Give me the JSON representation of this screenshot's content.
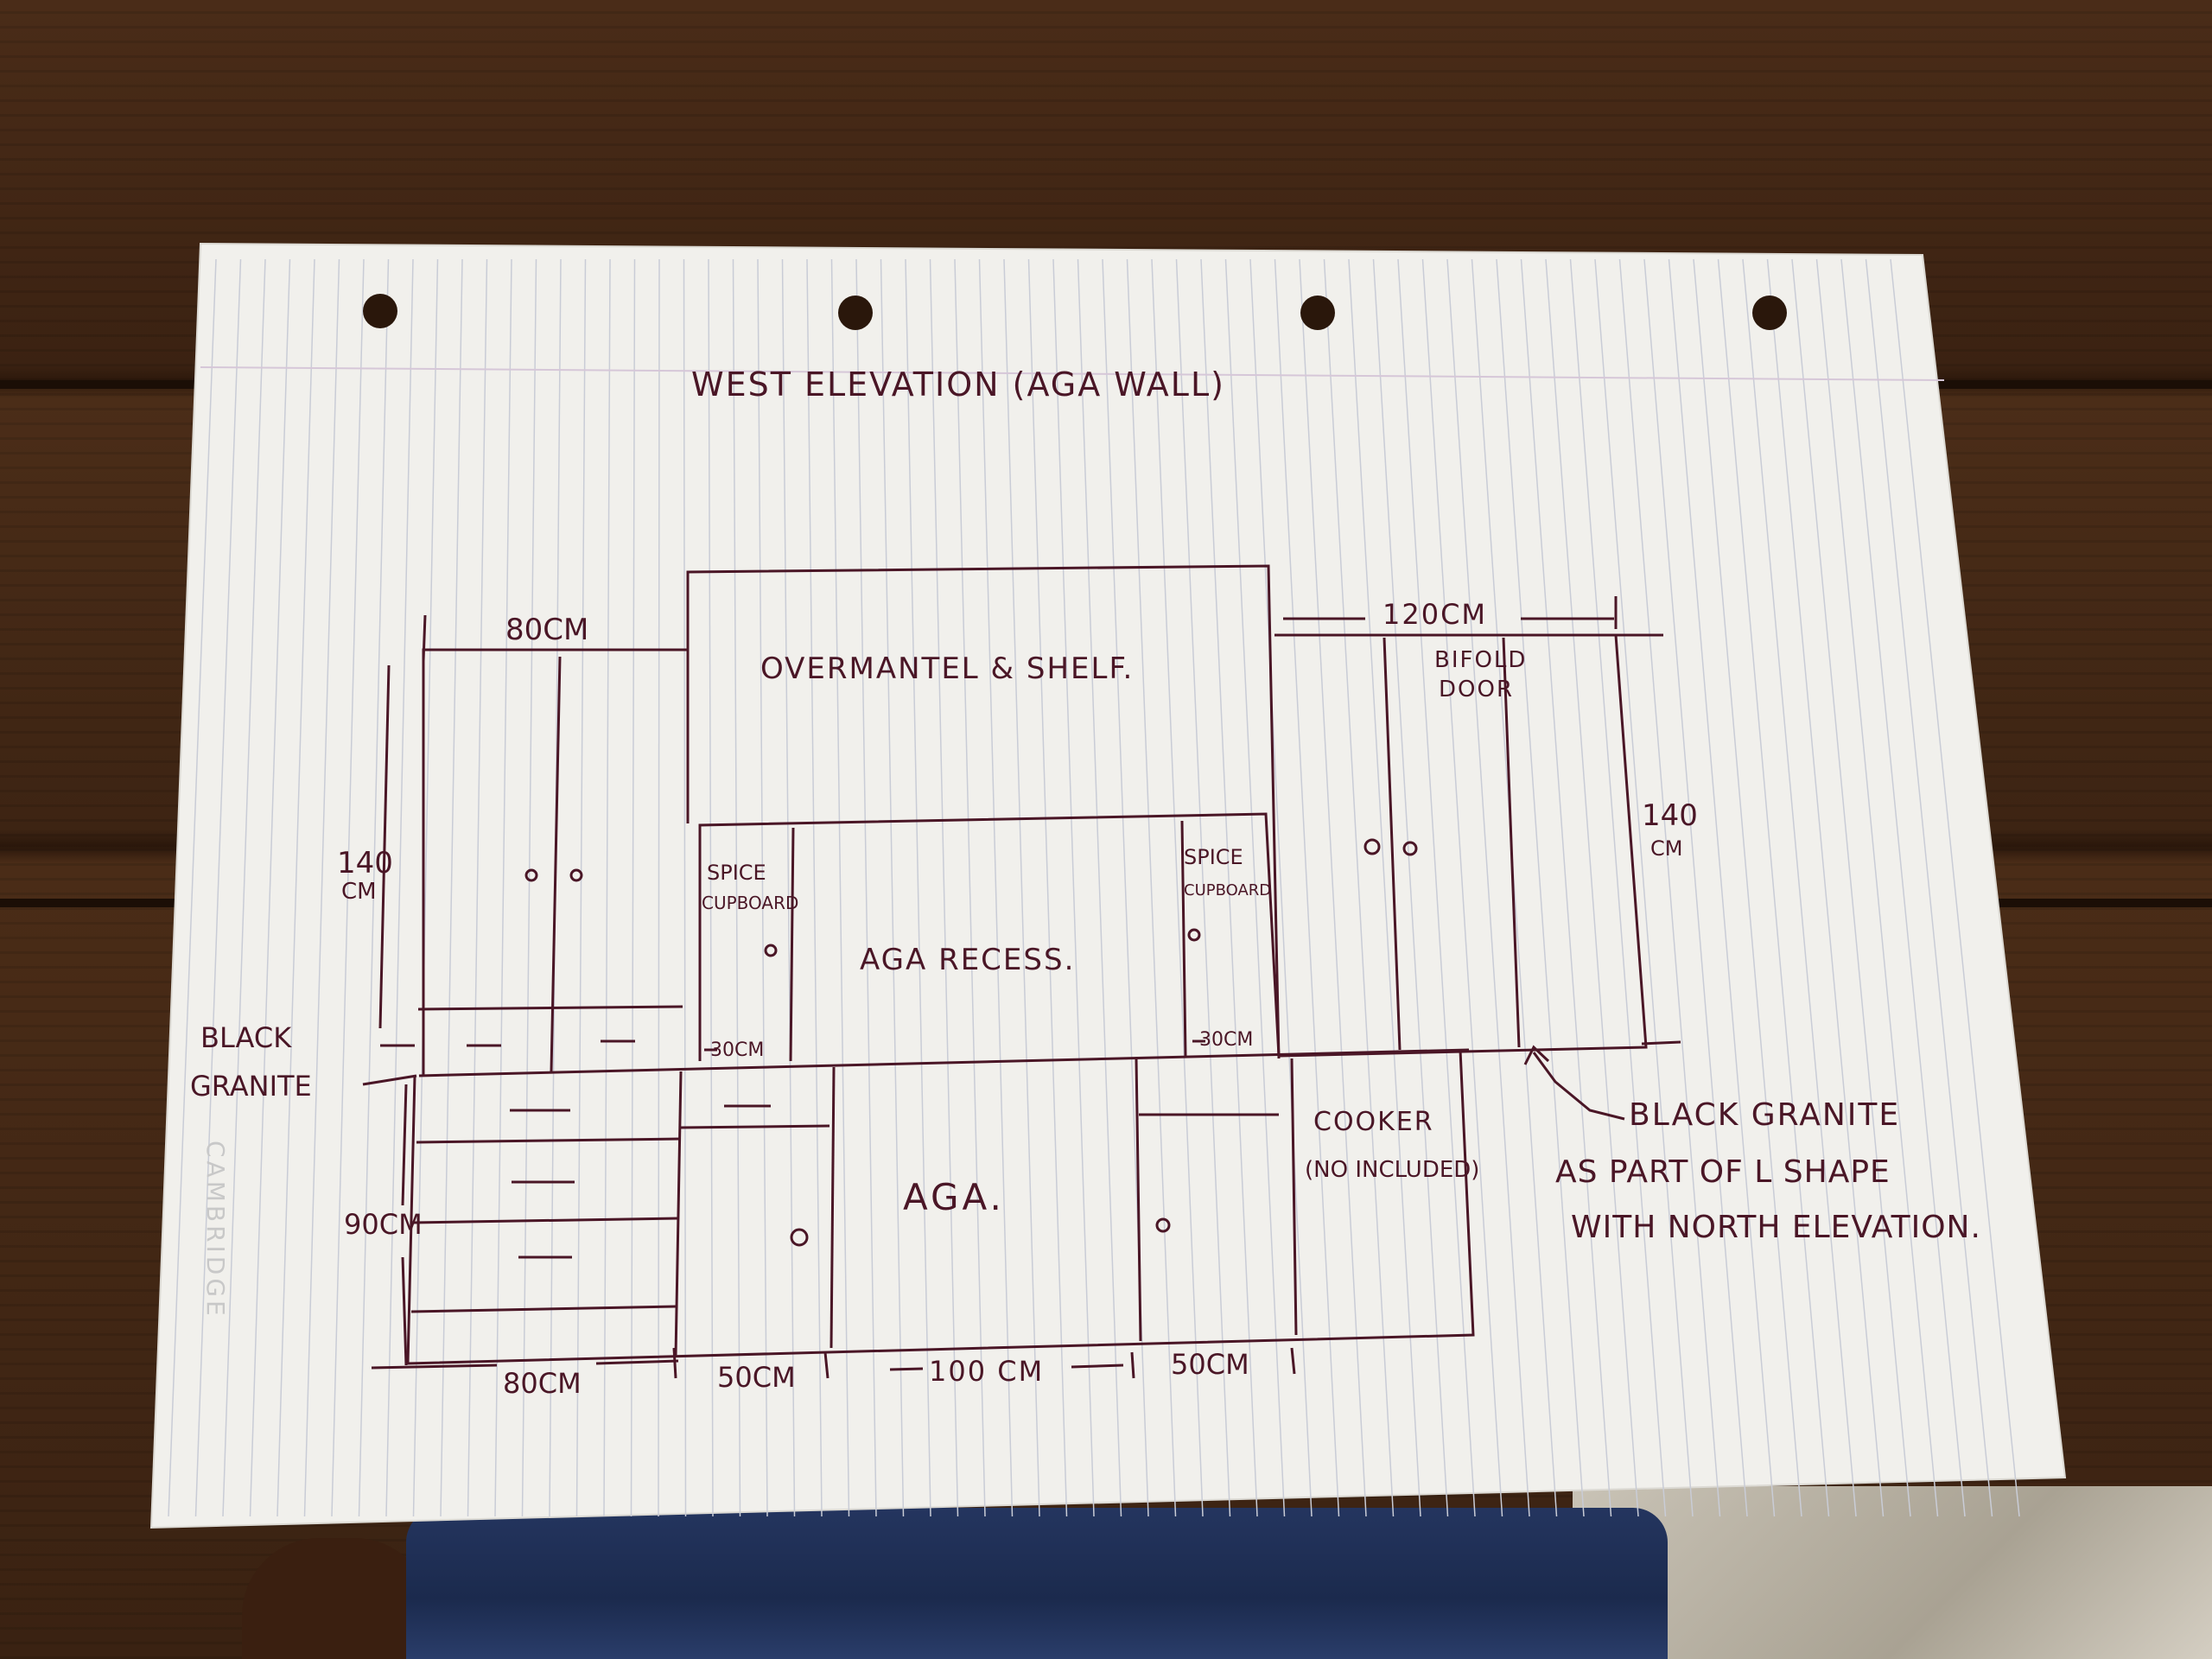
{
  "title": "WEST ELEVATION (AGA WALL)",
  "labels": {
    "overmantel": "OVERMANTEL & SHELF.",
    "aga_recess": "AGA RECESS.",
    "spice_left_1": "SPICE",
    "spice_left_2": "CUPBOARD",
    "spice_right_1": "SPICE",
    "spice_right_2": "CUPBOARD",
    "aga": "AGA.",
    "cooker_1": "COOKER",
    "cooker_2": "(NO INCLUDED)",
    "bifold_1": "BIFOLD",
    "bifold_2": "DOOR",
    "black_granite_left_1": "BLACK",
    "black_granite_left_2": "GRANITE",
    "granite_note_1": "BLACK GRANITE",
    "granite_note_2": "AS PART OF L SHAPE",
    "granite_note_3": "WITH NORTH ELEVATION.",
    "paper_brand": "CAMBRIDGE"
  },
  "dimensions": {
    "top_left_width": "80CM",
    "top_right_width": "120CM",
    "left_height": "140",
    "left_height_unit": "CM",
    "right_height": "140",
    "right_height_unit": "CM",
    "base_height": "90CM",
    "spice_left_width": "30CM",
    "spice_right_width": "30CM",
    "bottom_1": "80CM",
    "bottom_2": "50CM",
    "bottom_3": "100 CM",
    "bottom_4": "50CM"
  },
  "colors": {
    "ink": "#4a1626",
    "paper": "#f1f0ec",
    "rule_line": "#c9ccd6"
  }
}
